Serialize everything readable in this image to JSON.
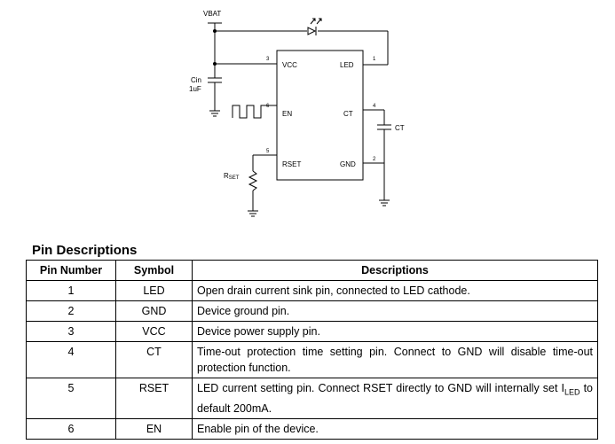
{
  "schematic": {
    "vbat": "VBAT",
    "cin_label": "Cin",
    "cin_value": "1uF",
    "rset_label_main": "R",
    "rset_label_sub": "SET",
    "ct_label": "CT",
    "chip": {
      "vcc": "VCC",
      "led": "LED",
      "en": "EN",
      "ct": "CT",
      "rset": "RSET",
      "gnd": "GND"
    },
    "pin_numbers": {
      "vcc": "3",
      "led": "1",
      "en": "6",
      "ct": "4",
      "rset": "5",
      "gnd": "2"
    }
  },
  "section_title": "Pin Descriptions",
  "table": {
    "headers": [
      "Pin Number",
      "Symbol",
      "Descriptions"
    ],
    "rows": [
      {
        "pin": "1",
        "symbol": "LED",
        "desc": "Open drain current sink pin, connected to LED cathode."
      },
      {
        "pin": "2",
        "symbol": "GND",
        "desc": "Device ground pin."
      },
      {
        "pin": "3",
        "symbol": "VCC",
        "desc": "Device power supply pin."
      },
      {
        "pin": "4",
        "symbol": "CT",
        "desc": "Time-out protection time setting pin. Connect to GND will disable time-out protection function."
      },
      {
        "pin": "5",
        "symbol": "RSET",
        "desc_pre": "LED current setting pin. Connect RSET directly to GND will internally set I",
        "desc_sub": "LED",
        "desc_post": " to default 200mA."
      },
      {
        "pin": "6",
        "symbol": "EN",
        "desc": "Enable pin of the device."
      }
    ]
  }
}
